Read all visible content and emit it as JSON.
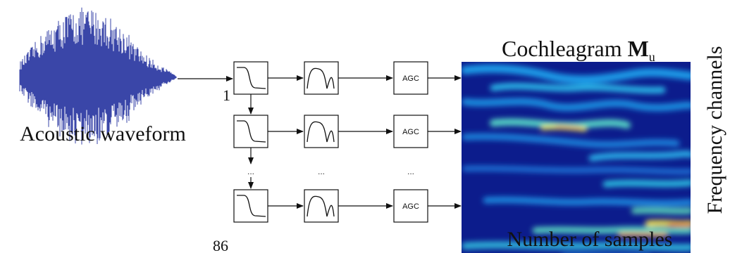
{
  "labels": {
    "waveform": "Acoustic waveform",
    "cochleagram_prefix": "Cochleagram ",
    "cochleagram_symbol": "M",
    "cochleagram_subscript": "u",
    "x_axis": "Number of samples",
    "y_axis": "Frequency channels",
    "channel_first": "1",
    "channel_last": "86",
    "agc": "AGC",
    "ellipsis": "..."
  },
  "colors": {
    "waveform": "#3a46a8",
    "lines": "#111111",
    "cochleagram_background": "#0c1c8c"
  },
  "pipeline_stages": [
    "band-pass filter",
    "half-wave rectifier",
    "AGC"
  ],
  "cochleagram_colormap": "jet"
}
